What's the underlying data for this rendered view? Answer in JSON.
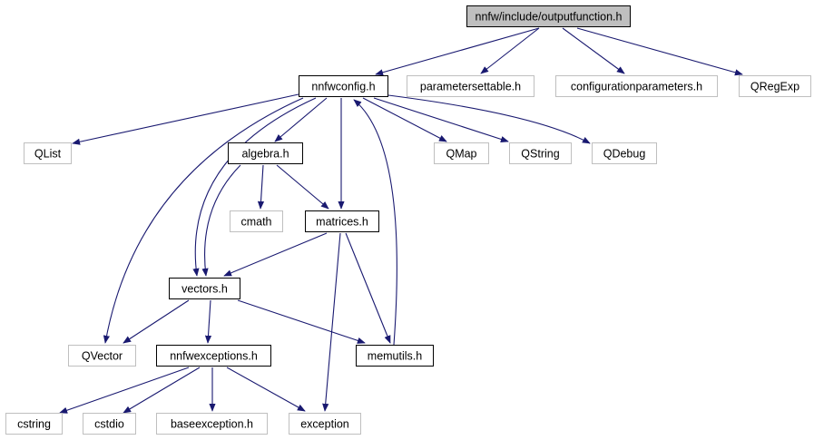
{
  "diagram": {
    "root": "nnfw/include/outputfunction.h",
    "nodes": [
      {
        "id": "outputfunction",
        "label": "nnfw/include/outputfunction.h",
        "kind": "root"
      },
      {
        "id": "nnfwconfig",
        "label": "nnfwconfig.h",
        "kind": "documented"
      },
      {
        "id": "parametersettable",
        "label": "parametersettable.h",
        "kind": "external"
      },
      {
        "id": "configurationparameters",
        "label": "configurationparameters.h",
        "kind": "external"
      },
      {
        "id": "QRegExp",
        "label": "QRegExp",
        "kind": "external"
      },
      {
        "id": "QList",
        "label": "QList",
        "kind": "external"
      },
      {
        "id": "algebra",
        "label": "algebra.h",
        "kind": "documented"
      },
      {
        "id": "QMap",
        "label": "QMap",
        "kind": "external"
      },
      {
        "id": "QString",
        "label": "QString",
        "kind": "external"
      },
      {
        "id": "QDebug",
        "label": "QDebug",
        "kind": "external"
      },
      {
        "id": "cmath",
        "label": "cmath",
        "kind": "external"
      },
      {
        "id": "matrices",
        "label": "matrices.h",
        "kind": "documented"
      },
      {
        "id": "vectors",
        "label": "vectors.h",
        "kind": "documented"
      },
      {
        "id": "QVector",
        "label": "QVector",
        "kind": "external"
      },
      {
        "id": "nnfwexceptions",
        "label": "nnfwexceptions.h",
        "kind": "documented"
      },
      {
        "id": "memutils",
        "label": "memutils.h",
        "kind": "documented"
      },
      {
        "id": "cstring",
        "label": "cstring",
        "kind": "external"
      },
      {
        "id": "cstdio",
        "label": "cstdio",
        "kind": "external"
      },
      {
        "id": "baseexception",
        "label": "baseexception.h",
        "kind": "external"
      },
      {
        "id": "exception",
        "label": "exception",
        "kind": "external"
      }
    ],
    "edges": [
      {
        "from": "outputfunction",
        "to": "nnfwconfig"
      },
      {
        "from": "outputfunction",
        "to": "parametersettable"
      },
      {
        "from": "outputfunction",
        "to": "configurationparameters"
      },
      {
        "from": "outputfunction",
        "to": "QRegExp"
      },
      {
        "from": "nnfwconfig",
        "to": "QList"
      },
      {
        "from": "nnfwconfig",
        "to": "algebra"
      },
      {
        "from": "nnfwconfig",
        "to": "QMap"
      },
      {
        "from": "nnfwconfig",
        "to": "QString"
      },
      {
        "from": "nnfwconfig",
        "to": "QDebug"
      },
      {
        "from": "nnfwconfig",
        "to": "QVector"
      },
      {
        "from": "nnfwconfig",
        "to": "vectors"
      },
      {
        "from": "nnfwconfig",
        "to": "matrices"
      },
      {
        "from": "algebra",
        "to": "cmath"
      },
      {
        "from": "algebra",
        "to": "matrices"
      },
      {
        "from": "algebra",
        "to": "vectors"
      },
      {
        "from": "matrices",
        "to": "vectors"
      },
      {
        "from": "matrices",
        "to": "memutils"
      },
      {
        "from": "matrices",
        "to": "exception"
      },
      {
        "from": "vectors",
        "to": "QVector"
      },
      {
        "from": "vectors",
        "to": "nnfwexceptions"
      },
      {
        "from": "vectors",
        "to": "memutils"
      },
      {
        "from": "memutils",
        "to": "nnfwconfig"
      },
      {
        "from": "nnfwexceptions",
        "to": "cstring"
      },
      {
        "from": "nnfwexceptions",
        "to": "cstdio"
      },
      {
        "from": "nnfwexceptions",
        "to": "baseexception"
      },
      {
        "from": "nnfwexceptions",
        "to": "exception"
      }
    ]
  },
  "colors": {
    "edge": "#191970",
    "root_fill": "#bfbfbf",
    "root_border": "#000000",
    "documented_border": "#000000",
    "external_border": "#bfbfbf",
    "text": "#000000"
  }
}
